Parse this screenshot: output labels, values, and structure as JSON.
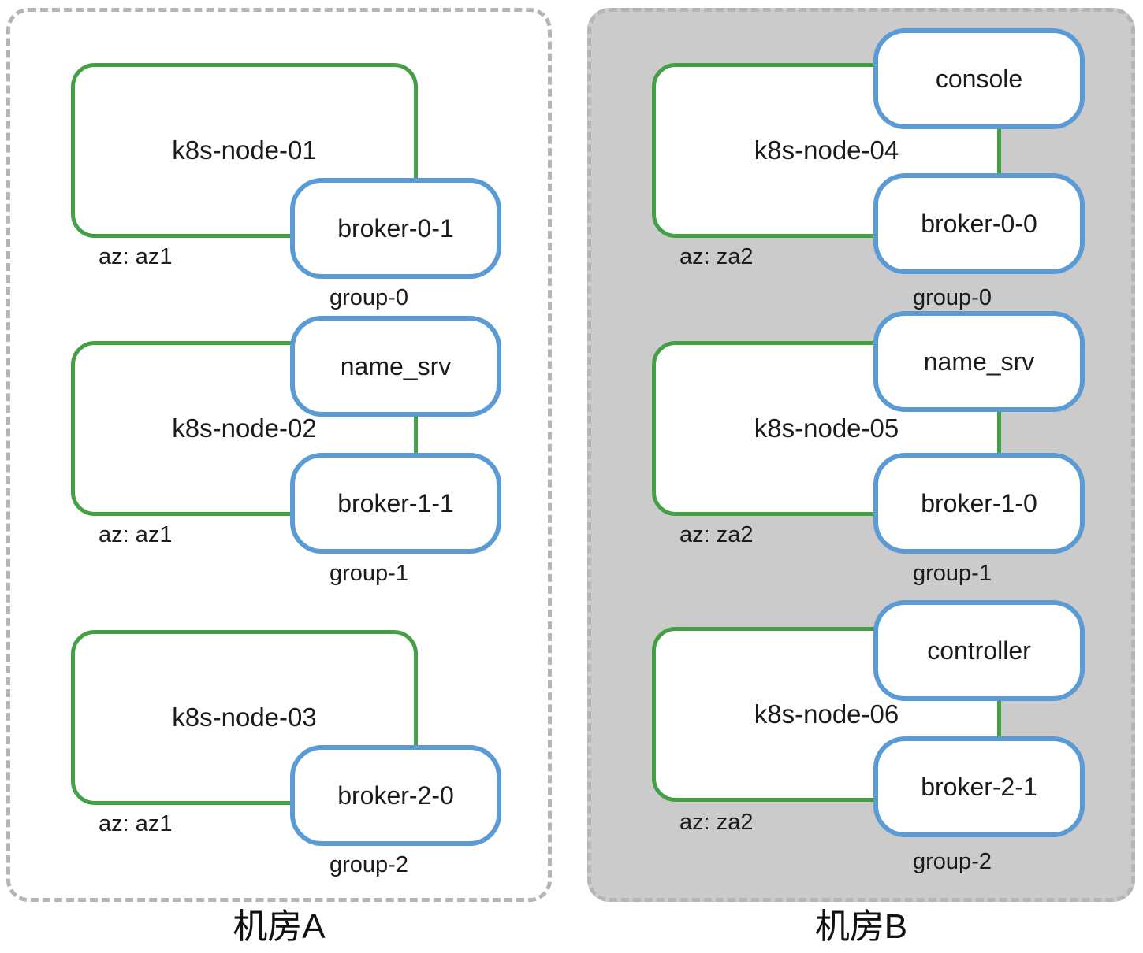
{
  "rooms": [
    {
      "title": "机房A",
      "nodes": [
        {
          "label": "k8s-node-01",
          "az": "az: az1",
          "group": "group-0",
          "services": [
            "broker-0-1"
          ]
        },
        {
          "label": "k8s-node-02",
          "az": "az: az1",
          "group": "group-1",
          "services": [
            "name_srv",
            "broker-1-1"
          ]
        },
        {
          "label": "k8s-node-03",
          "az": "az: az1",
          "group": "group-2",
          "services": [
            "broker-2-0"
          ]
        }
      ]
    },
    {
      "title": "机房B",
      "nodes": [
        {
          "label": "k8s-node-04",
          "az": "az: za2",
          "group": "group-0",
          "services": [
            "console",
            "broker-0-0"
          ]
        },
        {
          "label": "k8s-node-05",
          "az": "az: za2",
          "group": "group-1",
          "services": [
            "name_srv",
            "broker-1-0"
          ]
        },
        {
          "label": "k8s-node-06",
          "az": "az: za2",
          "group": "group-2",
          "services": [
            "controller",
            "broker-2-1"
          ]
        }
      ]
    }
  ],
  "colors": {
    "node_border": "#44a044",
    "service_border": "#5b9bd5",
    "room_b_fill": "#cbcbcb",
    "dashed_border": "#b5b5b5",
    "text": "#1b1b1b"
  }
}
